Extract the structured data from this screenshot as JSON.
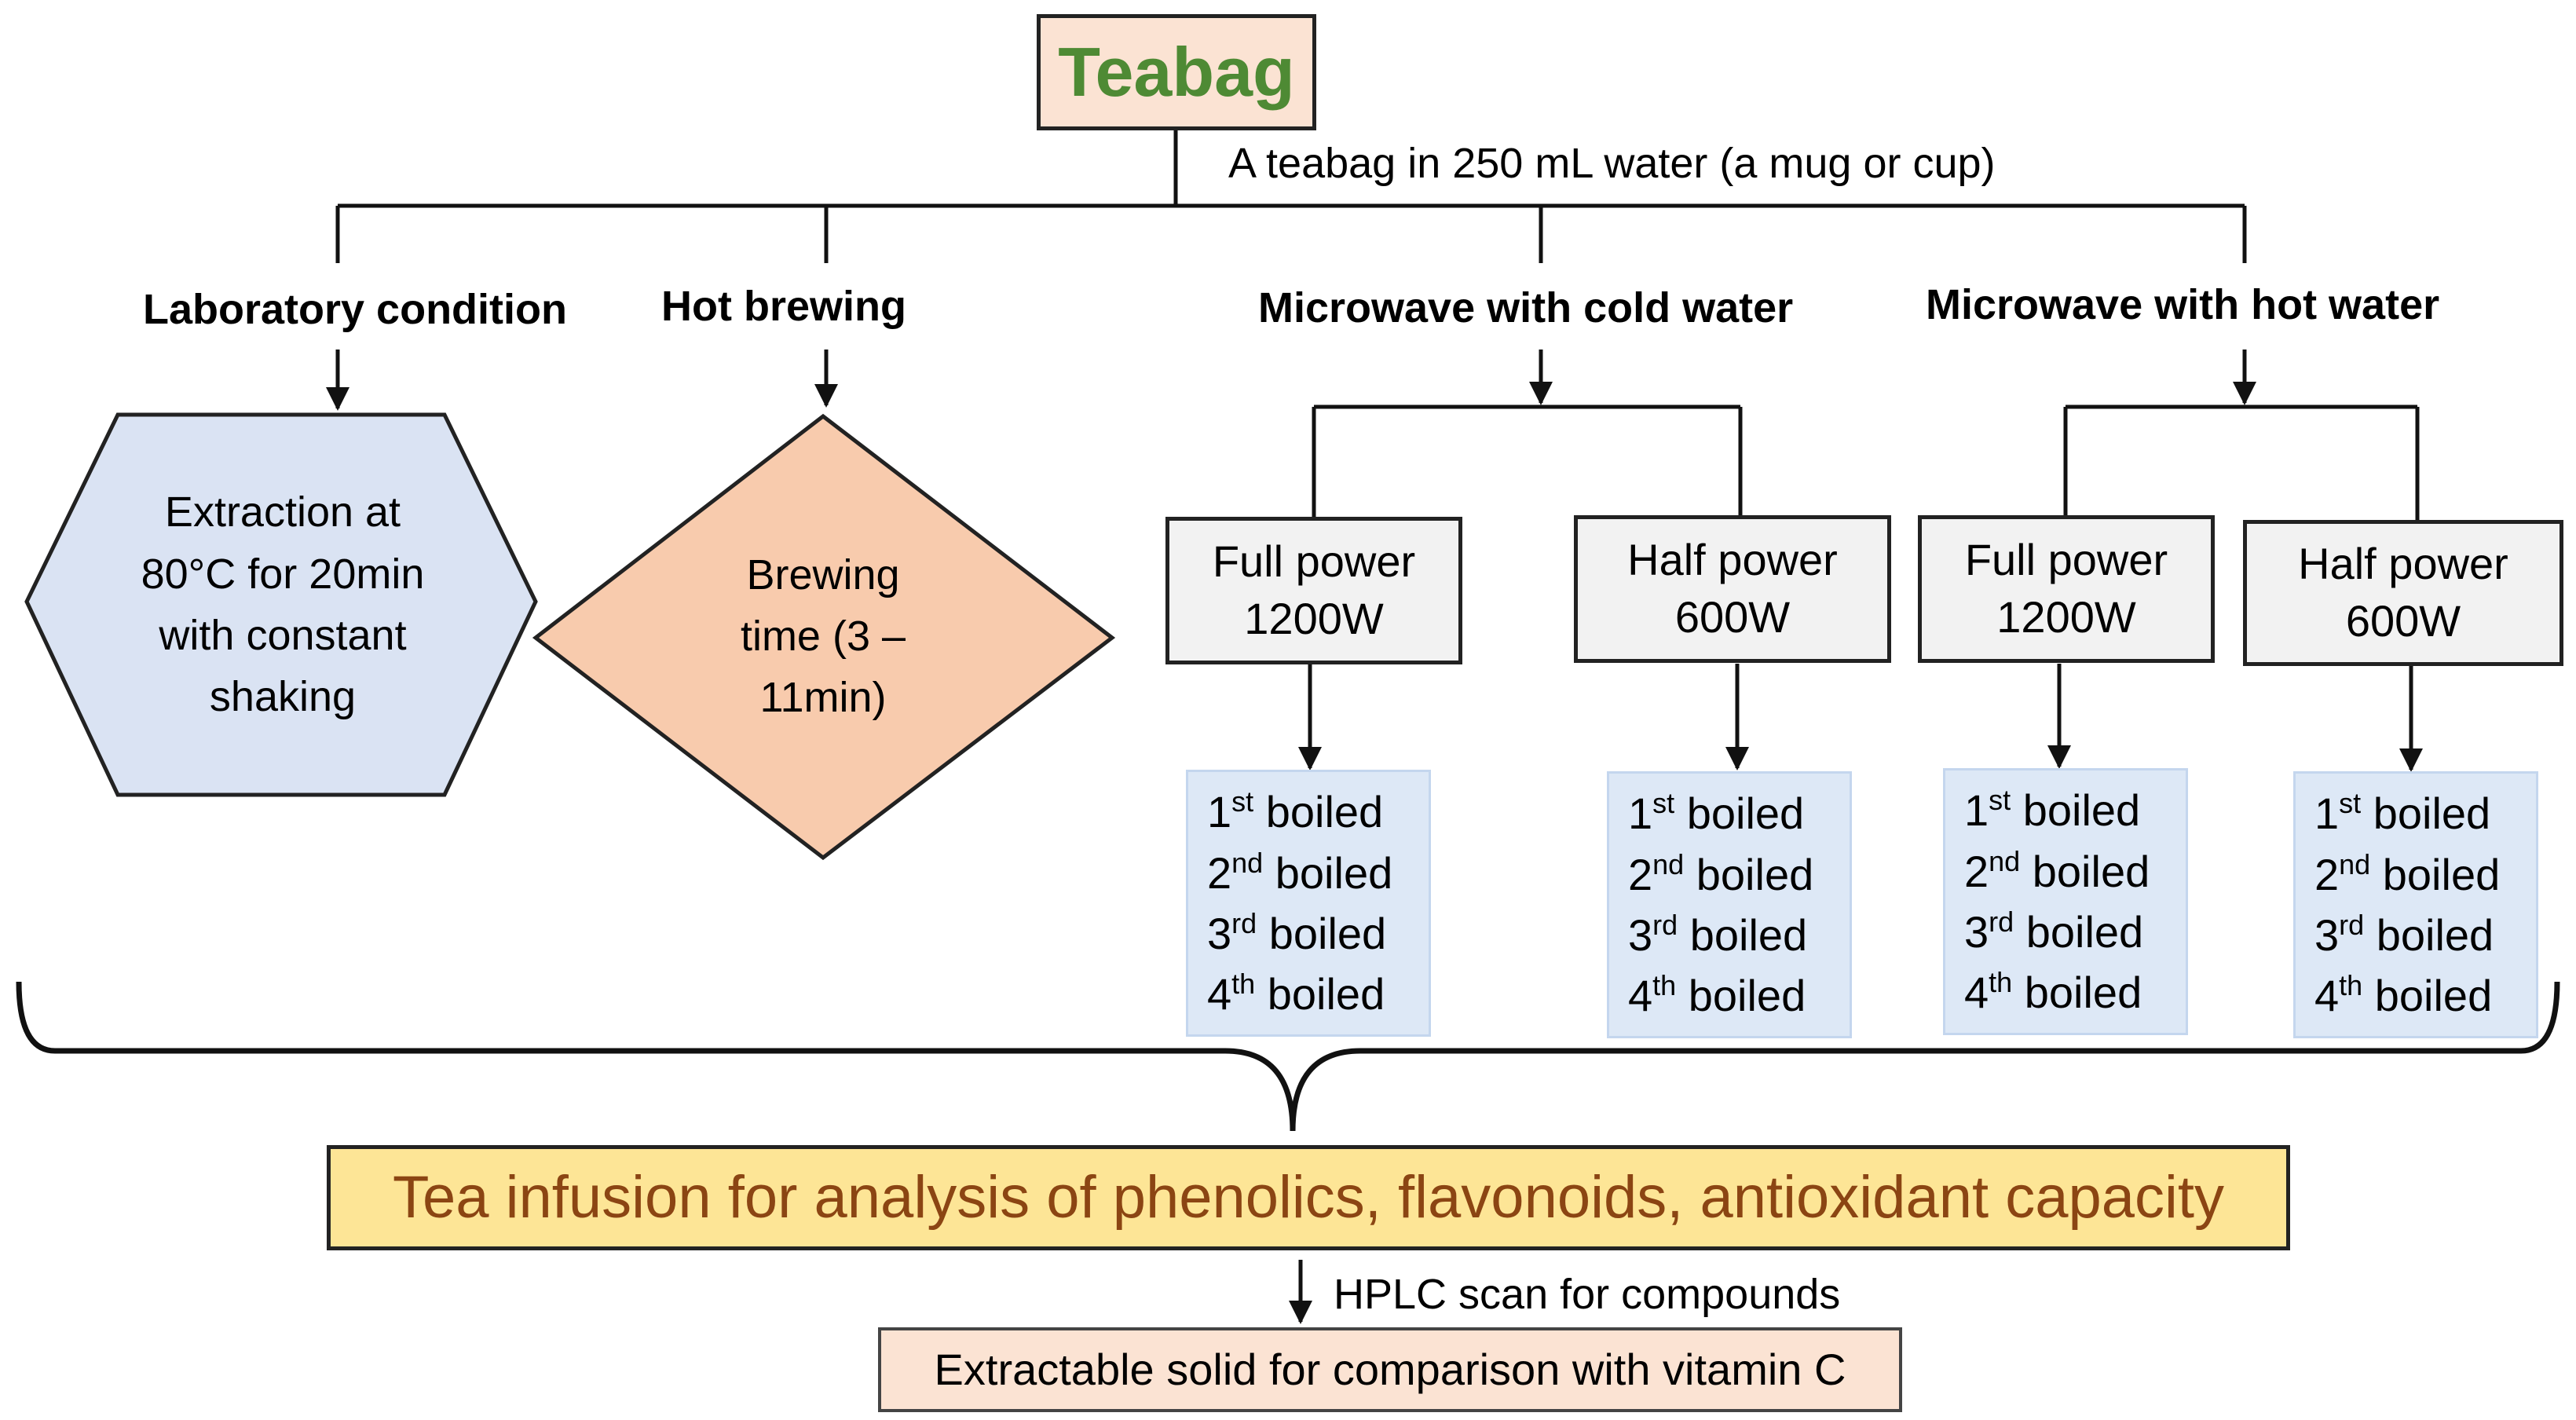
{
  "title": "Teabag",
  "note_top": "A teabag in 250 mL water (a mug or cup)",
  "methods": [
    {
      "label": "Laboratory condition",
      "detail": [
        "Extraction at",
        "80°C for 20min",
        "with constant",
        "shaking"
      ]
    },
    {
      "label": "Hot brewing",
      "detail": [
        "Brewing",
        "time (3 –",
        "11min)"
      ]
    },
    {
      "label": "Microwave with cold water"
    },
    {
      "label": "Microwave with hot water"
    }
  ],
  "power_settings": [
    {
      "line1": "Full power",
      "line2": "1200W"
    },
    {
      "line1": "Half power",
      "line2": "600W"
    },
    {
      "line1": "Full power",
      "line2": "1200W"
    },
    {
      "line1": "Half power",
      "line2": "600W"
    }
  ],
  "boil_steps": [
    {
      "num": "1",
      "sup": "st",
      "word": "boiled"
    },
    {
      "num": "2",
      "sup": "nd",
      "word": "boiled"
    },
    {
      "num": "3",
      "sup": "rd",
      "word": "boiled"
    },
    {
      "num": "4",
      "sup": "th",
      "word": "boiled"
    }
  ],
  "infusion": "Tea infusion for analysis of phenolics, flavonoids, antioxidant capacity",
  "hplc_note": "HPLC scan for compounds",
  "final": "Extractable solid for comparison with vitamin C",
  "colors": {
    "teabag_fill": "#fbe3d3",
    "teabag_text": "#4e8a34",
    "hexagon_fill": "#dae3f3",
    "diamond_fill": "#f8cbad",
    "power_fill": "#f2f2f2",
    "boiled_fill": "#dde8f6",
    "infusion_fill": "#fde596",
    "infusion_text": "#8b4513"
  }
}
